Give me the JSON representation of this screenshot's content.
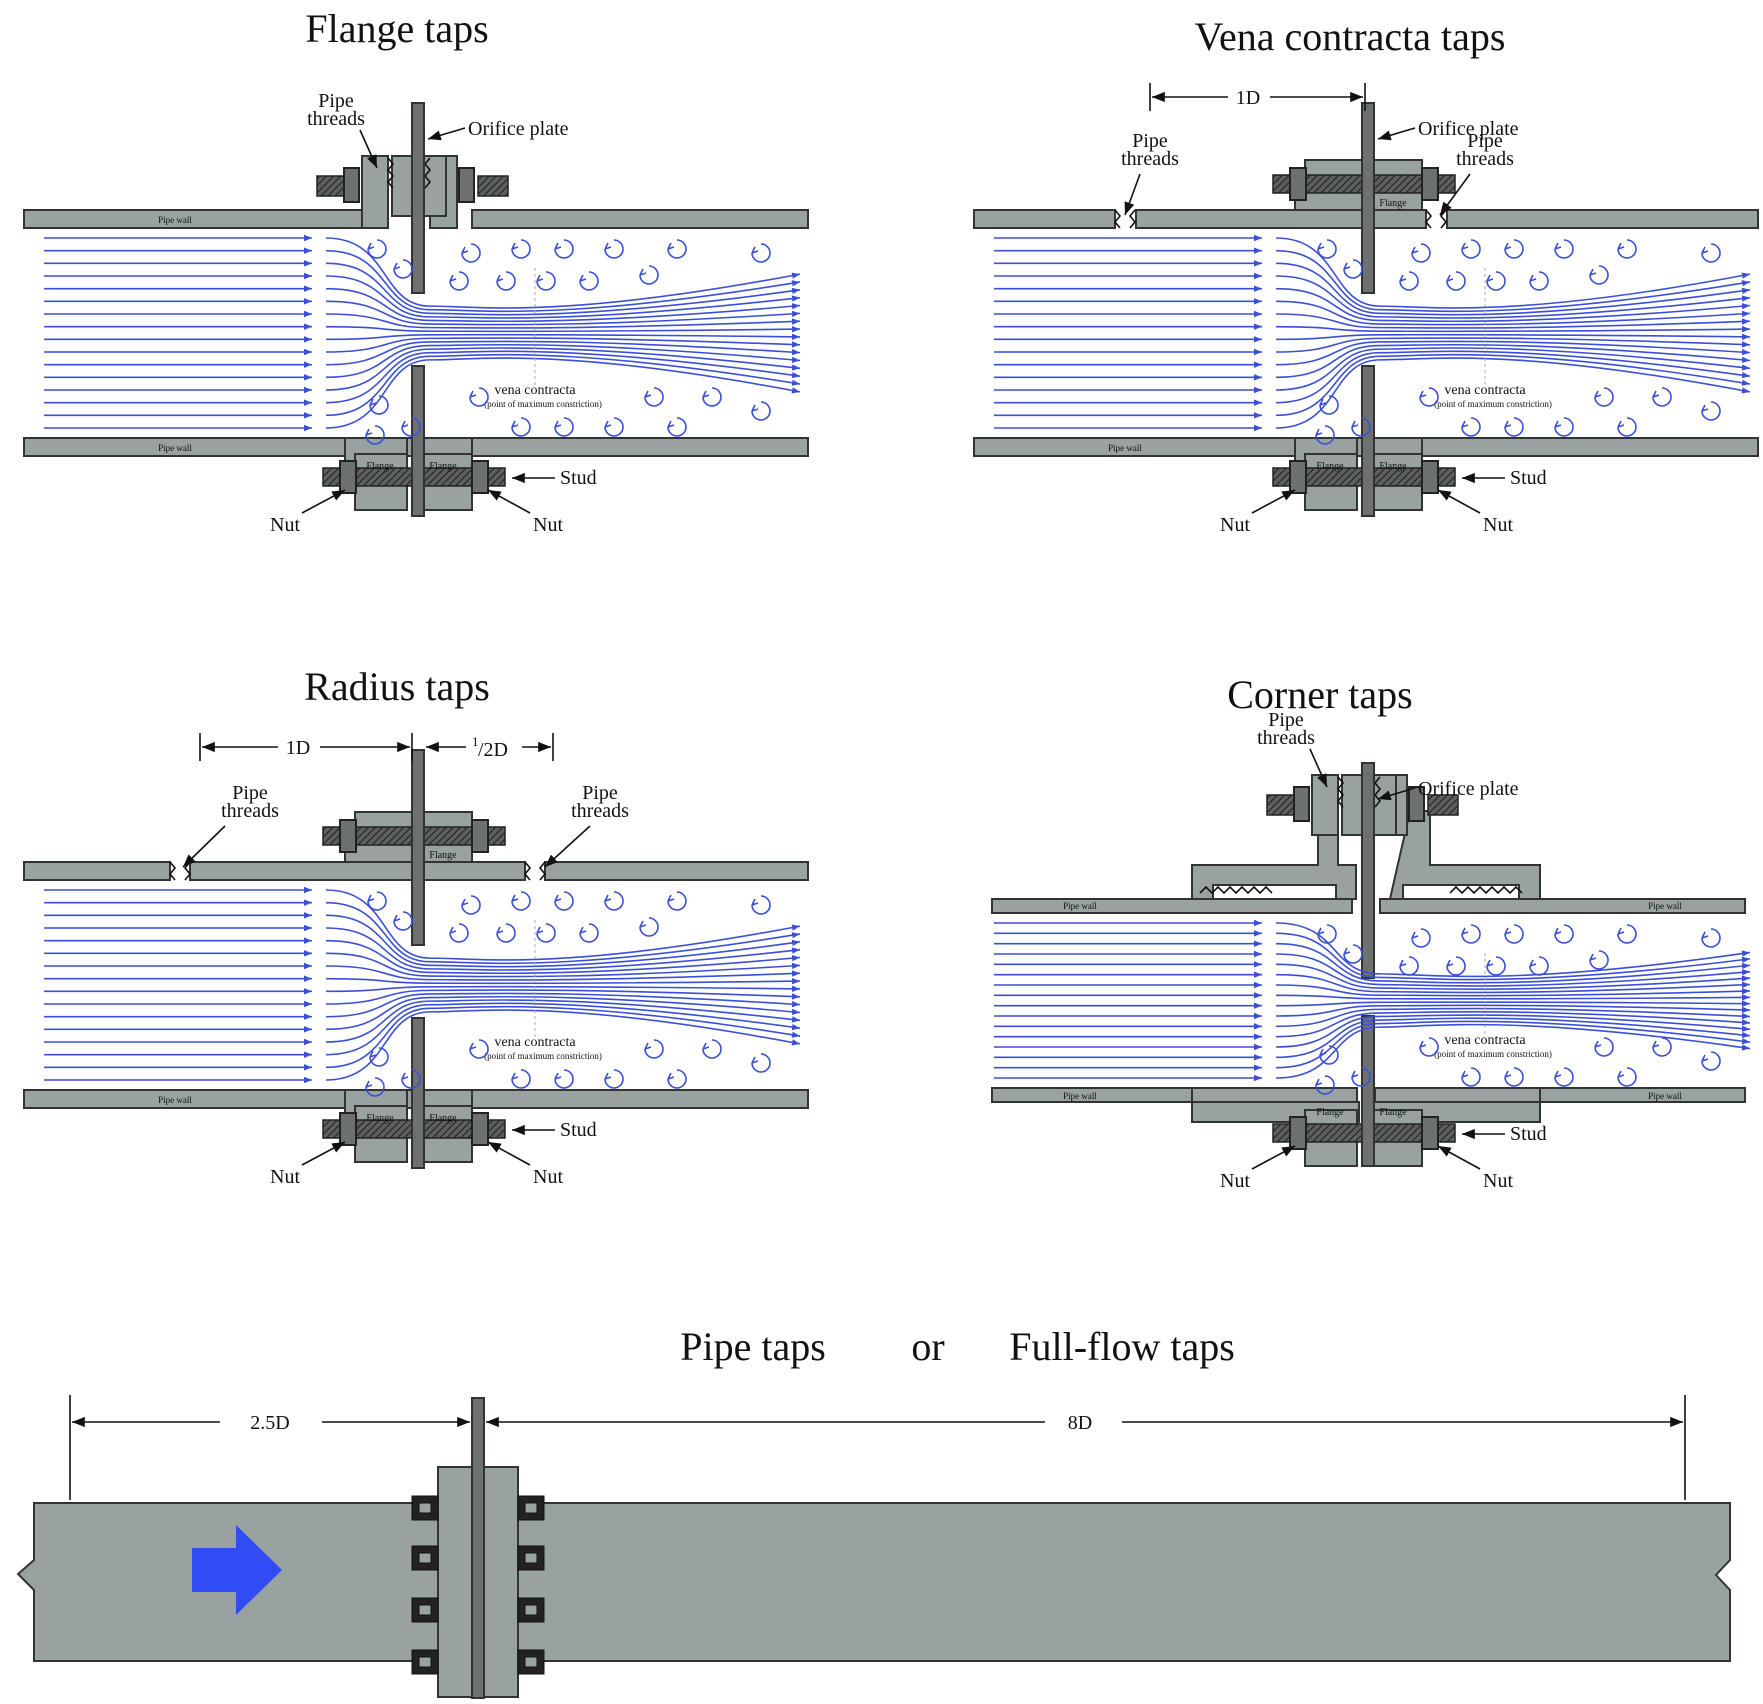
{
  "titles": {
    "flange": "Flange taps",
    "vena": "Vena contracta taps",
    "radius": "Radius taps",
    "corner": "Corner taps",
    "pipe": "Pipe taps",
    "or": "or",
    "fullflow": "Full-flow taps"
  },
  "labels": {
    "pipe_threads_1": "Pipe",
    "pipe_threads_2": "threads",
    "orifice_plate": "Orifice plate",
    "pipe_wall": "Pipe wall",
    "flange": "Flange",
    "stud": "Stud",
    "nut": "Nut",
    "vena_contracta": "vena contracta",
    "vena_contracta_sub": "(point of maximum constriction)"
  },
  "dimensions": {
    "one_d": "1D",
    "half_d_num": "1",
    "half_d_rest": "/2D",
    "two_five_d": "2.5D",
    "eight_d": "8D"
  },
  "colors": {
    "metal": "#98a2a1",
    "plate": "#6d7271",
    "flow": "#3b4fd6",
    "arrow": "#2f4cf5"
  }
}
